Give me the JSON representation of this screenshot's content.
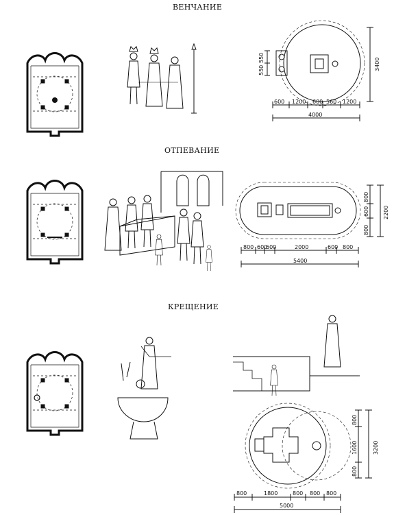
{
  "sections": {
    "wedding": {
      "title": "ВЕНЧАНИЕ",
      "dims_bottom": [
        "600",
        "1200",
        "600",
        "560",
        "1200"
      ],
      "dim_total": "4000",
      "dims_left": [
        "550",
        "550"
      ],
      "dim_right": "3400"
    },
    "funeral": {
      "title": "ОТПЕВАНИЕ",
      "dims_bottom": [
        "800",
        "600",
        "600",
        "2000",
        "600",
        "800"
      ],
      "dim_total": "5400",
      "dims_right_inner": [
        "800",
        "600",
        "800"
      ],
      "dim_right": "2200"
    },
    "baptism": {
      "title": "КРЕЩЕНИЕ",
      "dims_bottom": [
        "800",
        "1800",
        "800",
        "800",
        "800"
      ],
      "dim_total": "5000",
      "dims_right_inner": [
        "800",
        "1600",
        "800"
      ],
      "dim_right": "3200"
    }
  }
}
